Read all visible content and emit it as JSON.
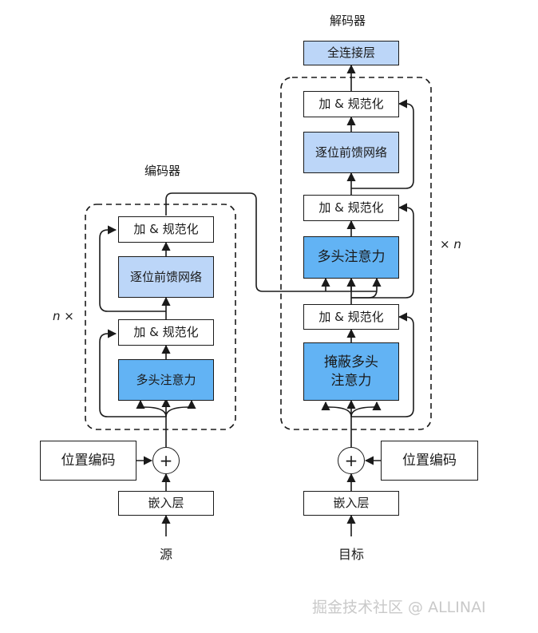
{
  "encoder": {
    "title": "编码器",
    "add_norm_top": "加 & 规范化",
    "ffn": "逐位前馈网络",
    "add_norm_bottom": "加 & 规范化",
    "attention": "多头注意力",
    "repeat": "n ×",
    "positional_encoding": "位置编码",
    "plus": "+",
    "embedding": "嵌入层",
    "input": "源"
  },
  "decoder": {
    "title": "解码器",
    "dense": "全连接层",
    "add_norm_top": "加 & 规范化",
    "ffn": "逐位前馈网络",
    "add_norm_mid": "加 & 规范化",
    "cross_attention": "多头注意力",
    "add_norm_bottom": "加 & 规范化",
    "masked_attention": "掩蔽多头\n注意力",
    "repeat": "× n",
    "positional_encoding": "位置编码",
    "plus": "+",
    "embedding": "嵌入层",
    "input": "目标"
  },
  "watermark": "掘金技术社区 @ ALLINAI",
  "colors": {
    "light_block": "#bcd6f8",
    "attention_block": "#62b3f4",
    "stroke": "#1a1a1a"
  }
}
